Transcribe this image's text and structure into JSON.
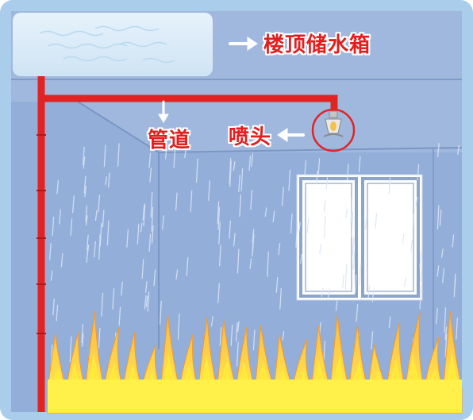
{
  "labels": {
    "tank": "楼顶储水箱",
    "pipe": "管道",
    "sprinkler": "喷头"
  },
  "colors": {
    "frame": "#a9cdea",
    "wall": "#93aed9",
    "ceiling": "#a1b8de",
    "pipe": "#e02424",
    "label": "#e21e1e",
    "flame_outer": "#f6a33a",
    "flame_inner": "#ffe733",
    "tank": "#dcecf8"
  }
}
